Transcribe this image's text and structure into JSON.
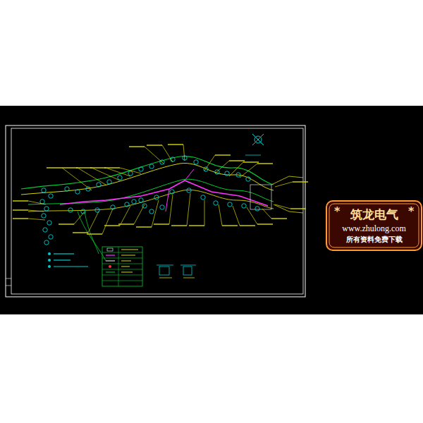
{
  "diagram": {
    "nodes": [
      {
        "text": [
          "筑龙电气",
          "www.zhulong.com",
          "所有资料免费下载"
        ]
      }
    ],
    "labels": [
      "*",
      "*"
    ]
  }
}
